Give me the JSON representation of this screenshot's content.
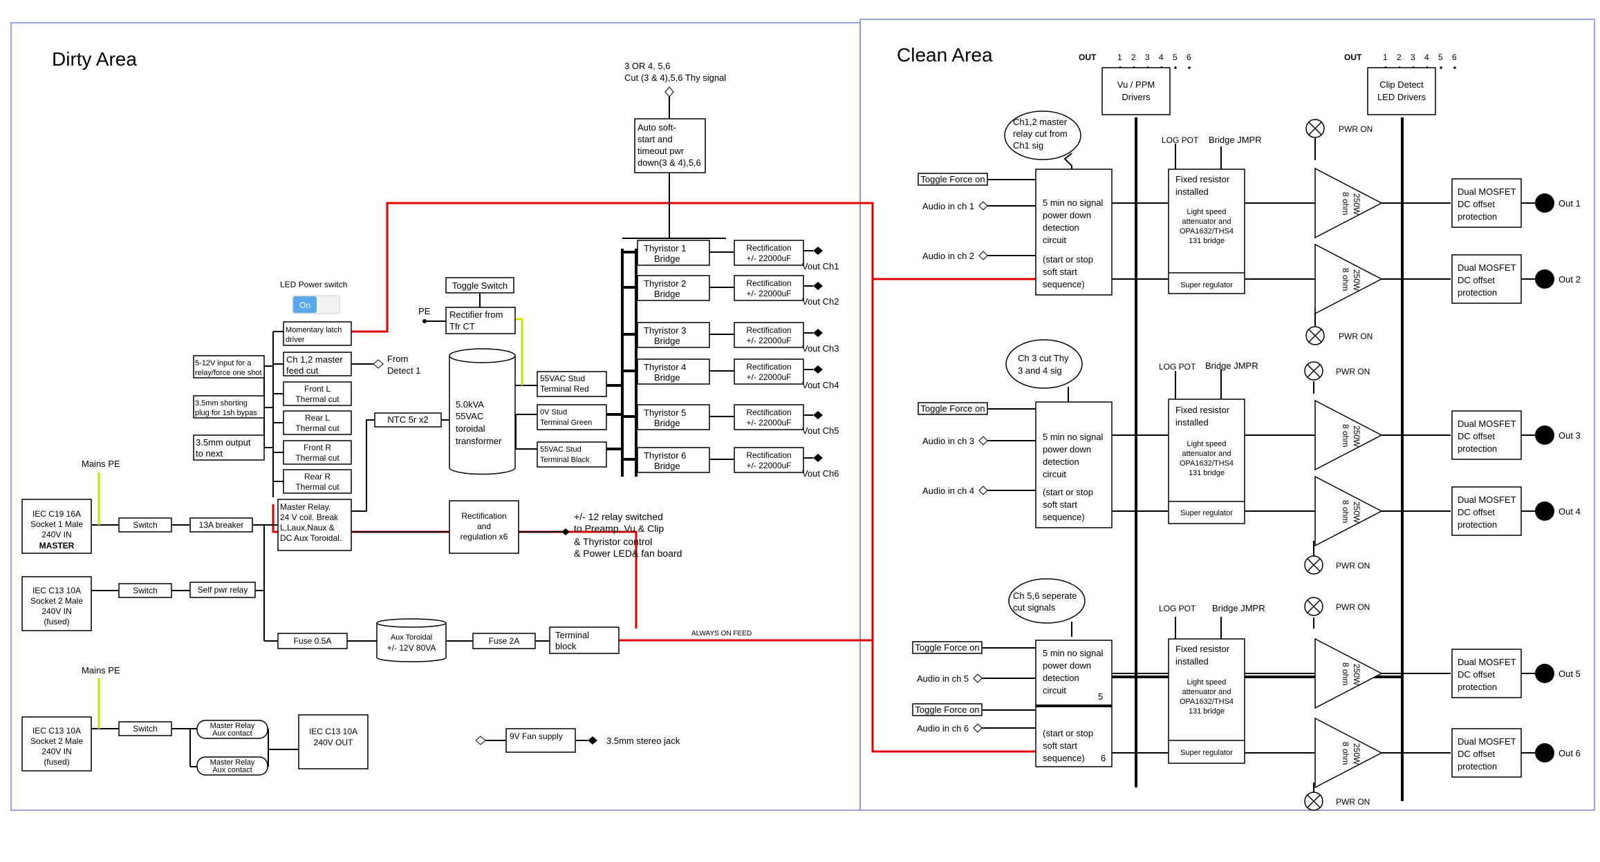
{
  "areas": {
    "dirty": "Dirty Area",
    "clean": "Clean Area"
  },
  "dirty": {
    "iec1_title": "IEC C19 16A",
    "iec1_l2": "Socket 1 Male",
    "iec1_l3": "240V IN",
    "iec1_l4": "MASTER",
    "iec2_title": "IEC C13 10A",
    "iec2_l2": "Socket 2 Male",
    "iec2_l3": "240V IN",
    "iec2_l4": "(fused)",
    "iec3_title": "IEC C13 10A",
    "iec3_l2": "Socket 2 Male",
    "iec3_l3": "240V IN",
    "iec3_l4": "(fused)",
    "mains_pe": "Mains PE",
    "mains_pe2": "Mains PE",
    "switch": "Switch",
    "switch2": "Switch",
    "switch3": "Switch",
    "breaker": "13A breaker",
    "self_pwr_relay": "Self pwr relay",
    "fuse05": "Fuse 0.5A",
    "aux_toroidal_l1": "Aux Toroidal",
    "aux_toroidal_l2": "+/- 12V 80VA",
    "fuse2": "Fuse 2A",
    "terminal_block_l1": "Terminal",
    "terminal_block_l2": "block",
    "always_on": "ALWAYS ON FEED",
    "led_power_switch": "LED Power switch",
    "toggle_on": "On",
    "momentary_l1": "Momentary latch",
    "momentary_l2": "driver",
    "ch12cut_l1": "Ch 1,2 master",
    "ch12cut_l2": "feed cut",
    "from_detect_l1": "From",
    "from_detect_l2": "Detect 1",
    "front_l_l1": "Front L",
    "front_l_l2": "Thermal cut",
    "rear_l_l1": "Rear L",
    "rear_l_l2": "Thermal cut",
    "front_r_l1": "Front R",
    "front_r_l2": "Thermal cut",
    "rear_r_l1": "Rear R",
    "rear_r_l2": "Thermal cut",
    "in512_l1": "5-12V input for a",
    "in512_l2": "relay/force one shot",
    "short_l1": "3.5mm shorting",
    "short_l2": "plug for 1sh bypas",
    "out35_l1": "3.5mm output",
    "out35_l2": "to next",
    "master_relay_l1": "Master Relay.",
    "master_relay_l2": "24  V coil. Break",
    "master_relay_l3": "L,Laux,Naux &",
    "master_relay_l4": "DC Aux Toroidal.",
    "ntc": "NTC 5r x2",
    "toggle_switch": "Toggle Switch",
    "pe": "PE",
    "rectifier_ct_l1": "Rectifier from",
    "rectifier_ct_l2": "Tfr CT",
    "transformer_l1": "5.0kVA",
    "transformer_l2": "55VAC",
    "transformer_l3": "toroidal",
    "transformer_l4": "transformer",
    "stud_red_l1": "55VAC Stud",
    "stud_red_l2": "Terminal Red",
    "stud_green_l1": "0V Stud",
    "stud_green_l2": "Terminal Green",
    "stud_black_l1": "55VAC Stud",
    "stud_black_l2": "Terminal Black",
    "softstart_top_l1": "3 OR 4, 5,6",
    "softstart_top_l2": "Cut (3 & 4),5,6 Thy signal",
    "softstart_l1": "Auto soft-",
    "softstart_l2": "start and",
    "softstart_l3": "timeout pwr",
    "softstart_l4": "down(3 & 4),5,6",
    "thyristors": [
      {
        "l1": "Thyristor 1",
        "l2": "Bridge"
      },
      {
        "l1": "Thyristor 2",
        "l2": "Bridge"
      },
      {
        "l1": "Thyristor 3",
        "l2": "Bridge"
      },
      {
        "l1": "Thyristor 4",
        "l2": "Bridge"
      },
      {
        "l1": "Thyristor 5",
        "l2": "Bridge"
      },
      {
        "l1": "Thyristor 6",
        "l2": "Bridge"
      }
    ],
    "rectifications": [
      {
        "l1": "Rectification",
        "l2": "+/- 22000uF",
        "vout": "Vout Ch1"
      },
      {
        "l1": "Rectification",
        "l2": "+/- 22000uF",
        "vout": "Vout Ch2"
      },
      {
        "l1": "Rectification",
        "l2": "+/- 22000uF",
        "vout": "Vout Ch3"
      },
      {
        "l1": "Rectification",
        "l2": "+/- 22000uF",
        "vout": "Vout Ch4"
      },
      {
        "l1": "Rectification",
        "l2": "+/- 22000uF",
        "vout": "Vout Ch5"
      },
      {
        "l1": "Rectification",
        "l2": "+/- 22000uF",
        "vout": "Vout Ch6"
      }
    ],
    "rect_reg_l1": "Rectification",
    "rect_reg_l2": "and",
    "rect_reg_l3": "regulation x6",
    "relay_note_l1": "+/- 12 relay switched",
    "relay_note_l2": "to Preamp, Vu & Clip",
    "relay_note_l3": "& Thyristor control",
    "relay_note_l4": "& Power LED& fan board",
    "master_aux1_l1": "Master Relay",
    "master_aux1_l2": "Aux contact",
    "master_aux2_l1": "Master Relay",
    "master_aux2_l2": "Aux contact",
    "iec_out_l1": "IEC C13 10A",
    "iec_out_l2": "240V OUT",
    "fan_supply": "9V Fan supply",
    "stereo_jack": "3.5mm stereo jack"
  },
  "clean": {
    "out_header": "OUT",
    "out_numbers": [
      "1",
      "2",
      "3",
      "4",
      "5",
      "6"
    ],
    "vu_l1": "Vu / PPM",
    "vu_l2": "Drivers",
    "clip_l1": "Clip Detect",
    "clip_l2": "LED Drivers",
    "bubble1_l1": "Ch1,2 master",
    "bubble1_l2": "relay cut from",
    "bubble1_l3": "Ch1 sig",
    "bubble2_l1": "Ch 3 cut Thy",
    "bubble2_l2": "3 and 4 sig",
    "bubble3_l1": "Ch 5,6 seperate",
    "bubble3_l2": "cut signals",
    "toggle_force": [
      "Toggle Force on",
      "Toggle Force on",
      "Toggle Force on",
      "Toggle Force on"
    ],
    "audio_in": [
      "Audio in ch 1",
      "Audio in ch 2",
      "Audio in ch 3",
      "Audio in ch 4",
      "Audio in ch 5",
      "Audio in ch 6"
    ],
    "detect_l1": "5 min no signal",
    "detect_l2": "power down",
    "detect_l3": "detection",
    "detect_l4": "circuit",
    "detect_l5": "(start or stop",
    "detect_l6": "soft start",
    "detect_l7": "sequence)",
    "detect3_n5": "5",
    "detect3_n6": "6",
    "log_pot": "LOG POT",
    "bridge_jmpr": "Bridge JMPR",
    "fixed_l1": "Fixed resistor",
    "fixed_l2": "installed",
    "atten_l1": "Light speed",
    "atten_l2": "attenuator and",
    "atten_l3": "OPA1632/THS4",
    "atten_l4": "131 bridge",
    "super_reg": "Super regulator",
    "pwr_on": "PWR ON",
    "amp_l1": "250W",
    "amp_l2": "8 ohm",
    "dual_l1": "Dual MOSFET",
    "dual_l2": "DC offset",
    "dual_l3": "protection",
    "outs": [
      "Out 1",
      "Out 2",
      "Out 3",
      "Out 4",
      "Out 5",
      "Out 6"
    ]
  },
  "colors": {
    "wire": "#000000",
    "red_feed": "#e00000",
    "pe_green": "#c8e000",
    "border": "#7f86d6",
    "toggle_blue": "#5aa8e8"
  }
}
